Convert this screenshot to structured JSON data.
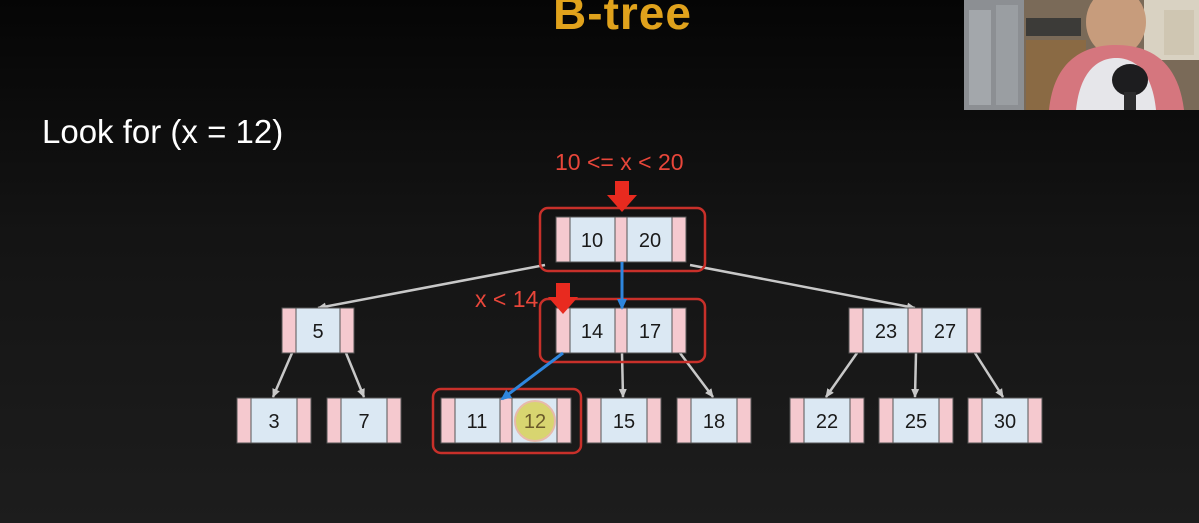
{
  "slide": {
    "title": "B-tree",
    "query": "Look for (x = 12)"
  },
  "annotations": {
    "root_range": "10 <= x < 20",
    "level2_range": "x < 14"
  },
  "tree": {
    "root": [
      "10",
      "20"
    ],
    "level2": [
      [
        "5"
      ],
      [
        "14",
        "17"
      ],
      [
        "23",
        "27"
      ]
    ],
    "leaves": [
      [
        "3"
      ],
      [
        "7"
      ],
      [
        "11",
        "12"
      ],
      [
        "15"
      ],
      [
        "18"
      ],
      [
        "22"
      ],
      [
        "25"
      ],
      [
        "30"
      ]
    ]
  },
  "search": {
    "target_key": "12",
    "path": [
      "10 20",
      "14 17",
      "11 12"
    ]
  },
  "colors": {
    "title": "#e0a21c",
    "annotation": "#e8463a",
    "highlight_border": "#c8302a",
    "search_arrow": "#2e86de",
    "key_cell": "#dbe8f3",
    "pointer_cell": "#f5c9cf",
    "found_marker": "#d8d46a"
  },
  "webcam": {
    "present": true
  }
}
